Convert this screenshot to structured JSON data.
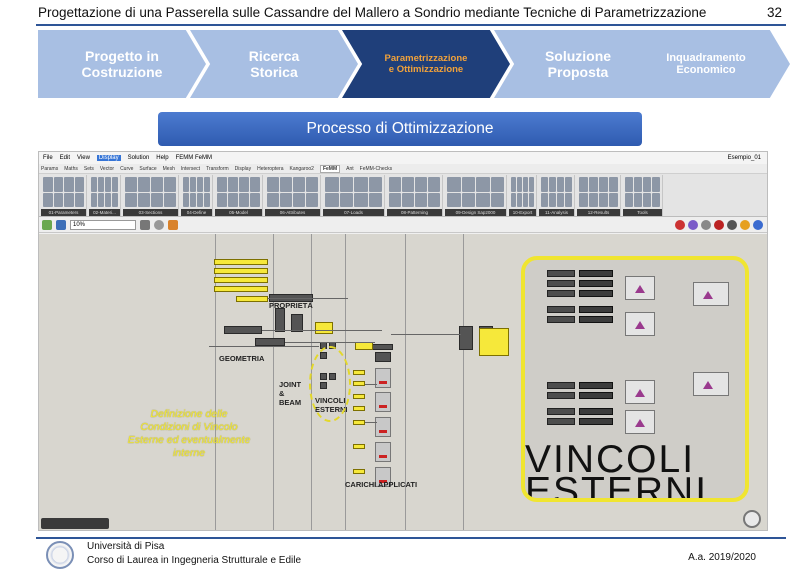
{
  "header": {
    "title": "Progettazione di una Passerella sulle Cassandre del Mallero a Sondrio mediante Tecniche di Parametrizzazione",
    "page_number": "32"
  },
  "steps": [
    {
      "line1": "Progetto in",
      "line2": "Costruzione",
      "active": false
    },
    {
      "line1": "Ricerca",
      "line2": "Storica",
      "active": false
    },
    {
      "line1": "Parametrizzazione",
      "line2": "e Ottimizzazione",
      "active": true
    },
    {
      "line1": "Soluzione",
      "line2": "Proposta",
      "active": false
    },
    {
      "line1": "Inquadramento",
      "line2": "Economico",
      "active": false
    }
  ],
  "colors": {
    "step_inactive": "#a8bfe3",
    "step_active": "#1f3f7a",
    "active_text": "#f2a23a",
    "accent": "#f0e530"
  },
  "process_box": {
    "label": "Processo di Ottimizzazione"
  },
  "app": {
    "menu": [
      "File",
      "Edit",
      "View",
      "Display",
      "Solution",
      "Help",
      "FEMM FeMM"
    ],
    "active_menu": "Display",
    "document_name": "Esempio_01",
    "tabs": [
      "Params",
      "Maths",
      "Sets",
      "Vector",
      "Curve",
      "Surface",
      "Mesh",
      "Intersect",
      "Transform",
      "Display",
      "Heteroptera",
      "Kangaroo2",
      "FeMM",
      "Ant",
      "FeMM-Checks"
    ],
    "active_tab": "FeMM",
    "ribbon_groups": [
      "01-Parameters",
      "02-Materi...",
      "03-Sections",
      "04-Define",
      "05-Model",
      "06-Attributes",
      "07-Loads",
      "08-Patterning",
      "09-Design Sap2000",
      "10-Export",
      "11-Analysis",
      "12-Results",
      "Tools"
    ],
    "zoom_level": "10%",
    "canvas_labels": {
      "proprieta": "PROPRIETÀ",
      "geometria": "GEOMETRIA",
      "joint": [
        "JOINT",
        "&",
        "BEAM"
      ],
      "vincoli": [
        "VINCOLI",
        "ESTERNI"
      ],
      "carichi": "CARICHI APPLICATI"
    },
    "zoom_inset": {
      "line1": "VINCOLI",
      "line2": "ESTERNI"
    },
    "annotation": [
      "Definizione delle",
      "Condizioni di Vincolo",
      "Esterne ed eventualmente",
      "interne"
    ]
  },
  "footer": {
    "university": "Università di Pisa",
    "course": "Corso di Laurea in Ingegneria Strutturale e Edile",
    "academic_year": "A.a. 2019/2020"
  }
}
